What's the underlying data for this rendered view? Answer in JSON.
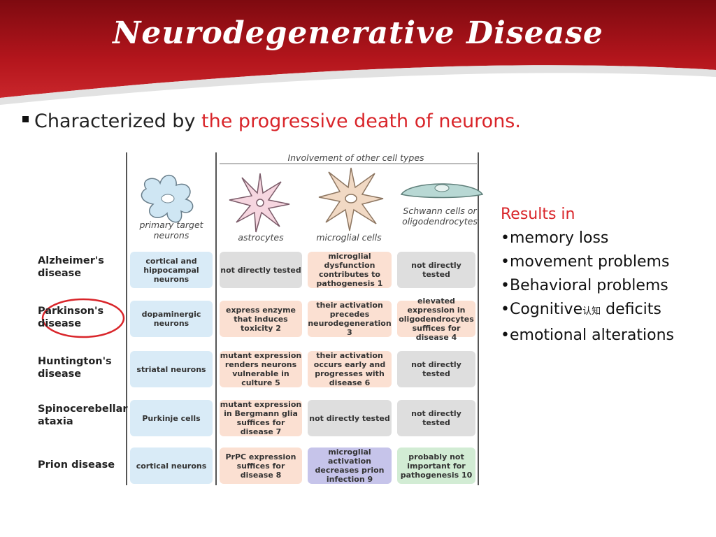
{
  "slide": {
    "title": "Neurodegenerative Disease",
    "bullet_prefix": "Characterized by",
    "bullet_highlight": "the progressive death of neurons.",
    "colors": {
      "banner_red": "#b3151c",
      "highlight_red": "#d9252a"
    }
  },
  "figure": {
    "header": "Involvement of other cell types",
    "cell_types": [
      "primary target neurons",
      "astrocytes",
      "microglial cells",
      "Schwann cells or oligodendrocytes"
    ],
    "rows": [
      {
        "disease": "Alzheimer's disease",
        "cells": [
          {
            "text": "cortical and hippocampal neurons",
            "color": "blue"
          },
          {
            "text": "not directly tested",
            "color": "gray"
          },
          {
            "text": "microglial dysfunction contributes to pathogenesis 1",
            "color": "peach"
          },
          {
            "text": "not directly tested",
            "color": "gray"
          }
        ]
      },
      {
        "disease": "Parkinson's disease",
        "cells": [
          {
            "text": "dopaminergic neurons",
            "color": "blue"
          },
          {
            "text": "express enzyme that induces toxicity 2",
            "color": "peach"
          },
          {
            "text": "their activation precedes neurodegeneration 3",
            "color": "peach"
          },
          {
            "text": "elevated expression in oligodendrocytes suffices for disease 4",
            "color": "peach"
          }
        ]
      },
      {
        "disease": "Huntington's disease",
        "cells": [
          {
            "text": "striatal neurons",
            "color": "blue"
          },
          {
            "text": "mutant expression renders neurons vulnerable in culture 5",
            "color": "peach"
          },
          {
            "text": "their activation occurs early and progresses with disease 6",
            "color": "peach"
          },
          {
            "text": "not directly tested",
            "color": "gray"
          }
        ]
      },
      {
        "disease": "Spinocerebellar ataxia",
        "cells": [
          {
            "text": "Purkinje cells",
            "color": "blue"
          },
          {
            "text": "mutant expression in Bergmann glia suffices for disease 7",
            "color": "peach"
          },
          {
            "text": "not directly tested",
            "color": "gray"
          },
          {
            "text": "not directly tested",
            "color": "gray"
          }
        ]
      },
      {
        "disease": "Prion disease",
        "cells": [
          {
            "text": "cortical neurons",
            "color": "blue"
          },
          {
            "text": "PrPC expression suffices for disease 8",
            "color": "peach"
          },
          {
            "text": "microglial activation decreases prion infection 9",
            "color": "purple"
          },
          {
            "text": "probably not important for pathogenesis 10",
            "color": "green"
          }
        ]
      }
    ],
    "highlighted_row": "Parkinson's disease"
  },
  "results": {
    "heading": "Results in",
    "items": [
      {
        "label": "•memory loss"
      },
      {
        "label": "•movement problems"
      },
      {
        "label": "•Behavioral problems"
      },
      {
        "label": "•Cognitive",
        "cjk": "认知",
        "suffix": " deficits"
      },
      {
        "label": "•emotional alterations"
      }
    ]
  }
}
